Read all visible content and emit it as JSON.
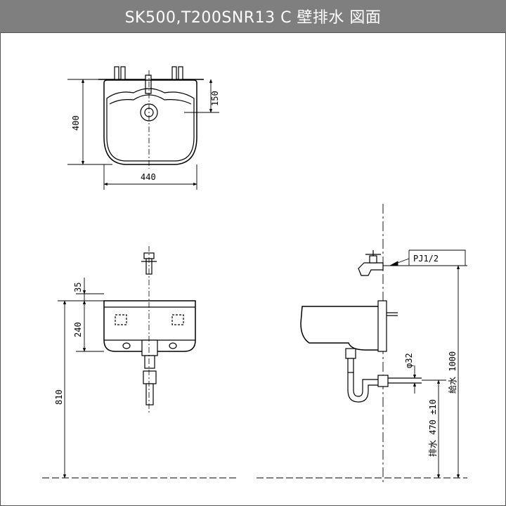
{
  "title": "SK500,T200SNR13 C 壁排水 図面",
  "top_view": {
    "depth": "400",
    "tap_offset": "150",
    "width": "440"
  },
  "front_view": {
    "rim_gap": "35",
    "basin_height": "240",
    "floor_to_rim": "810"
  },
  "side_view": {
    "supply_callout": "PJ1/2",
    "pipe_diameter": "φ32",
    "supply_height": "給水 1000",
    "drain_height": "排水 470 ±10"
  }
}
